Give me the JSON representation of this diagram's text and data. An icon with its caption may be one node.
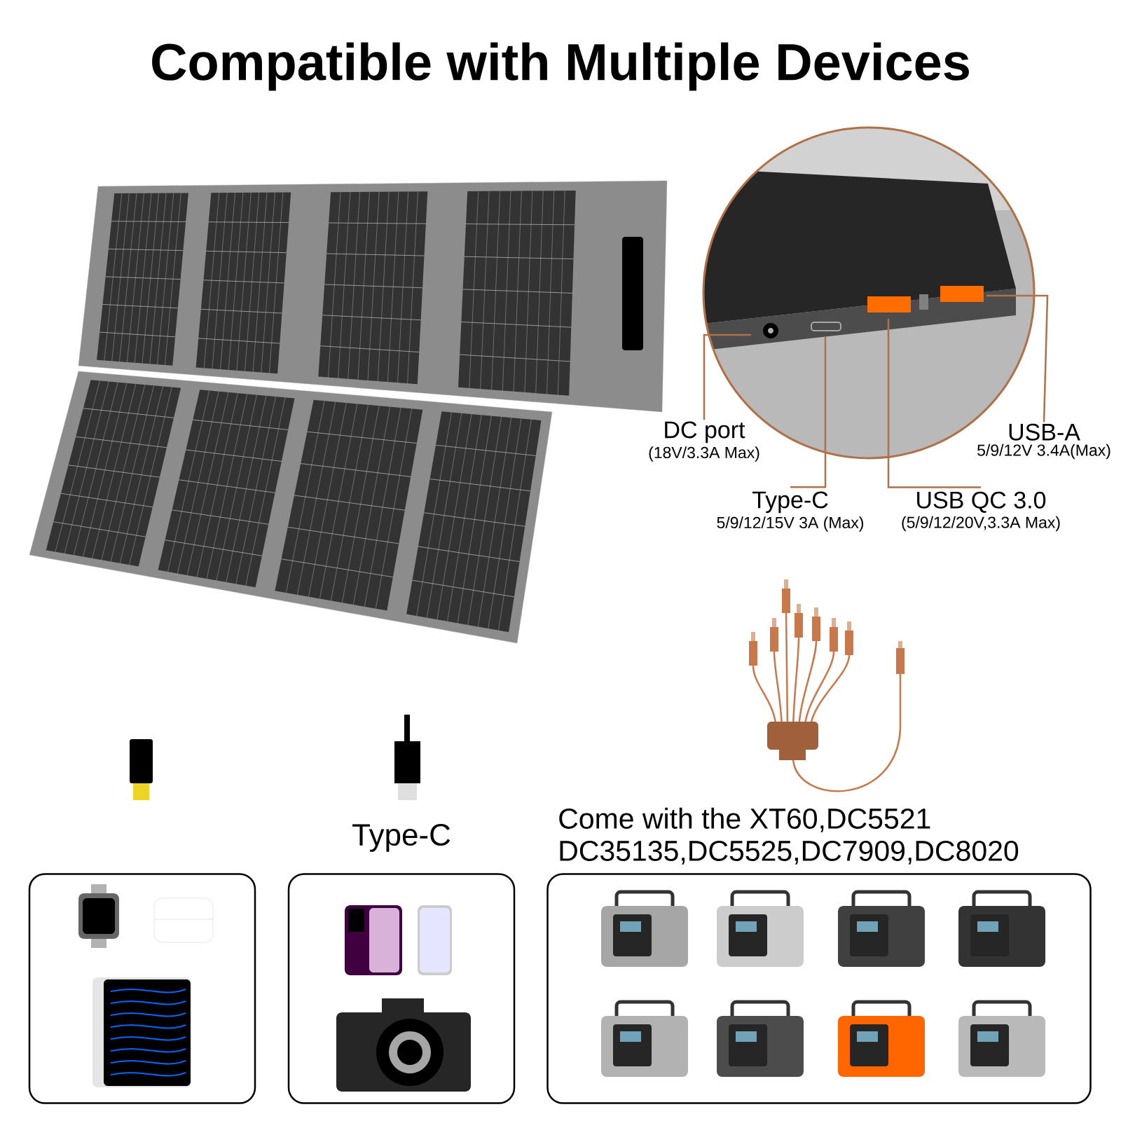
{
  "diagram": {
    "title": "Compatible with Multiple Devices",
    "nodes": [
      {
        "text": [
          "DC port",
          "(18V/3.3A Max)"
        ]
      },
      {
        "text": [
          "Type-C",
          "5/9/12/15V 3A (Max)"
        ]
      },
      {
        "text": [
          "USB QC 3.0",
          "(5/9/12/20V,3.3A Max)"
        ]
      },
      {
        "text": [
          "USB-A",
          "5/9/12V 3.4A(Max)"
        ]
      },
      {
        "text": [],
        "shape": "box"
      },
      {
        "text": [
          "Type-C"
        ]
      },
      {
        "text": [
          "Come with the XT60,DC5521 DC35135,DC5525,DC7909,DC8020"
        ]
      }
    ],
    "edges": [
      {
        "from": 0,
        "to": null,
        "arrow": "none"
      },
      {
        "from": 1,
        "to": null,
        "arrow": "none"
      },
      {
        "from": 2,
        "to": null,
        "arrow": "none"
      },
      {
        "from": 3,
        "to": null,
        "arrow": "none"
      }
    ]
  }
}
